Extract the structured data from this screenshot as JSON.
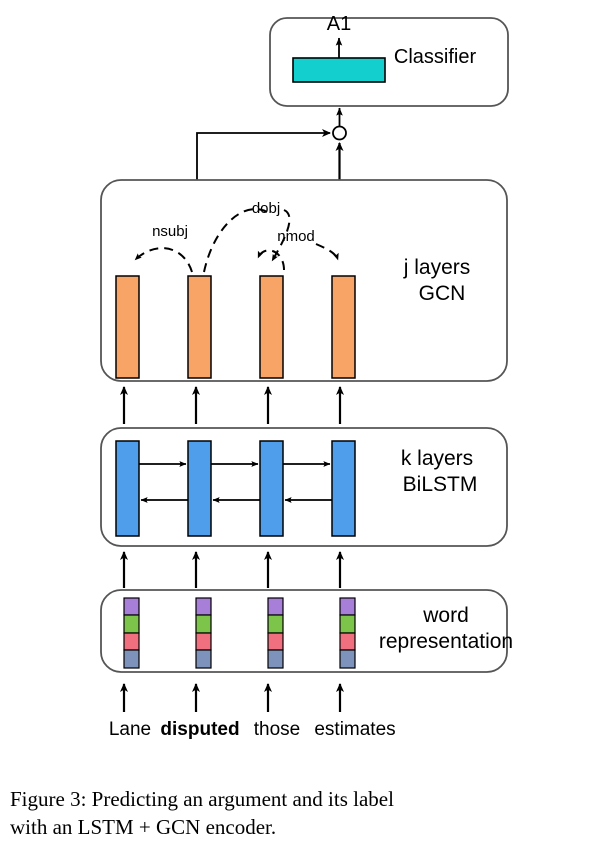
{
  "figure": {
    "caption_line1": "Figure 3:   Predicting an argument and its label",
    "caption_line2": "with an LSTM + GCN encoder."
  },
  "panels": {
    "classifier": {
      "label": "Classifier",
      "output_label": "A1",
      "box_color": "#13d0cf",
      "name": "classifier-panel"
    },
    "gcn": {
      "label_line1": "j layers",
      "label_line2": "GCN",
      "bar_color": "#f9a467",
      "name": "gcn-panel"
    },
    "bilstm": {
      "label_line1": "k layers",
      "label_line2": "BiLSTM",
      "bar_color": "#4f9eec",
      "name": "bilstm-panel"
    },
    "word_representation": {
      "label_line1": "word",
      "label_line2": "representation",
      "segment_colors": [
        "#a87fd8",
        "#7cc44a",
        "#f0707f",
        "#7e93bb"
      ],
      "name": "word-representation-panel"
    }
  },
  "dependency_arcs": [
    {
      "label": "nsubj",
      "from": "disputed",
      "to": "Lane"
    },
    {
      "label": "dobj",
      "from": "disputed",
      "to": "those"
    },
    {
      "label": "nmod",
      "from": "those",
      "to": "estimates"
    }
  ],
  "tokens": [
    {
      "text": "Lane",
      "bold": false
    },
    {
      "text": "disputed",
      "bold": true
    },
    {
      "text": "those",
      "bold": false
    },
    {
      "text": "estimates",
      "bold": false
    }
  ],
  "nodes": {
    "merge_node": "merge-circle"
  },
  "colors": {
    "stroke": "#000000",
    "panel_border": "#555555",
    "background": "#ffffff"
  }
}
